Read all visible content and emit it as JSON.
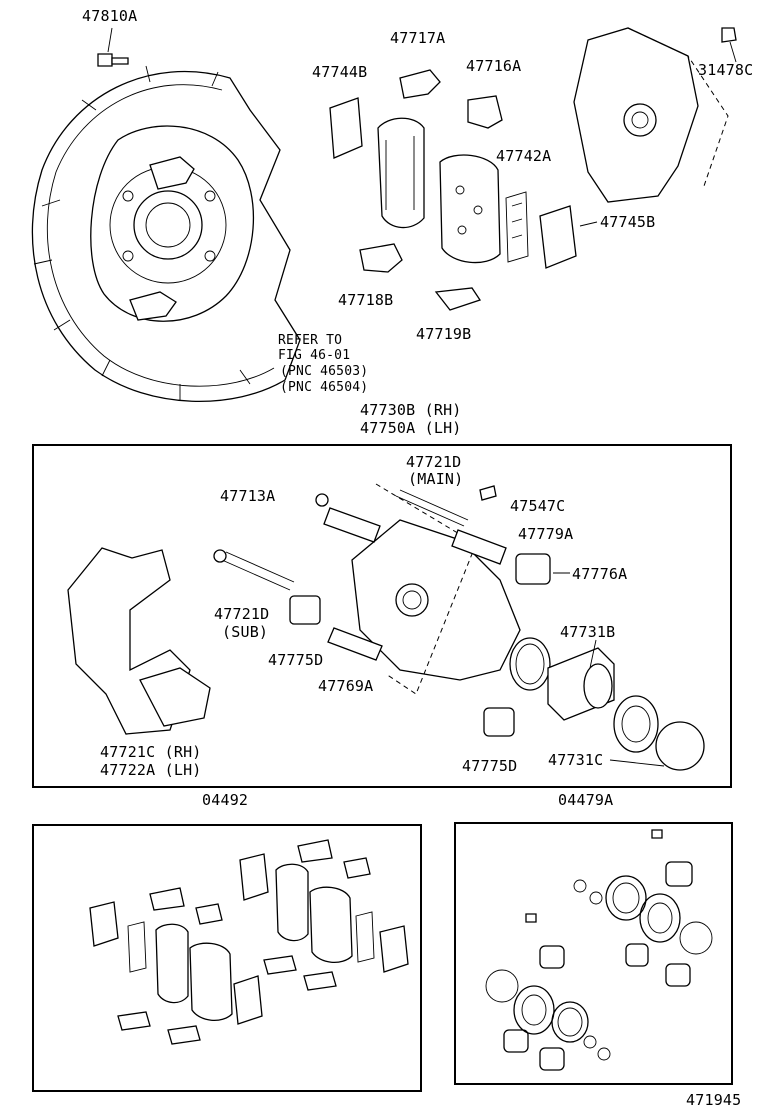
{
  "diagram": {
    "colors": {
      "ink": "#000000",
      "paper": "#ffffff"
    },
    "labels": {
      "p47810A": "47810A",
      "p47717A": "47717A",
      "p47716A": "47716A",
      "p31478C": "31478C",
      "p47744B": "47744B",
      "p47742A": "47742A",
      "p47745B": "47745B",
      "p47718B": "47718B",
      "p47719B": "47719B",
      "refer1": "REFER TO",
      "refer2": "FIG 46-01",
      "refer3": "(PNC 46503)",
      "refer4": "(PNC 46504)",
      "asm1": "47730B (RH)",
      "asm2": "47750A (LH)",
      "p47721D_main": "47721D",
      "main": "(MAIN)",
      "p47713A": "47713A",
      "p47547C": "47547C",
      "p47779A": "47779A",
      "p47776A": "47776A",
      "p47721D_sub": "47721D",
      "sub": "(SUB)",
      "p47731B": "47731B",
      "p47775D_a": "47775D",
      "p47769A": "47769A",
      "p47721C": "47721C (RH)",
      "p47722A": "47722A (LH)",
      "p47775D_b": "47775D",
      "p47731C": "47731C",
      "kit1": "04492",
      "kit2": "04479A",
      "fig": "471945"
    }
  }
}
